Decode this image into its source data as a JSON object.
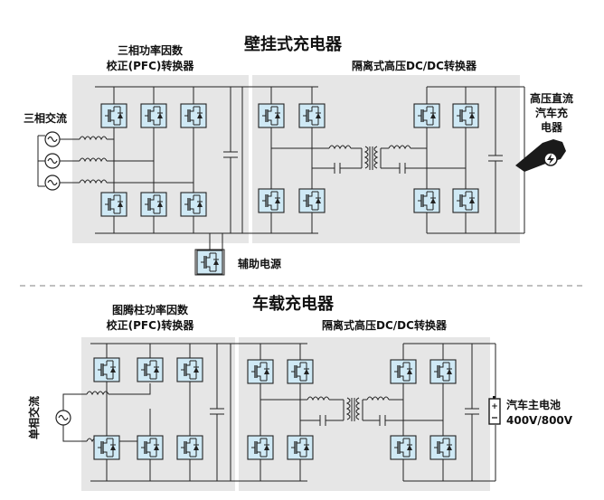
{
  "top": {
    "title": "壁挂式充电器",
    "pfc_label_line1": "三相功率因数",
    "pfc_label_line2": "校正(PFC)转换器",
    "dcdc_label": "隔离式高压DC/DC转换器",
    "input_label": "三相交流",
    "output_label_line1": "高压直流",
    "output_label_line2": "汽车充",
    "output_label_line3": "电器",
    "aux_label": "辅助电源"
  },
  "bottom": {
    "title": "车载充电器",
    "pfc_label_line1": "图腾柱功率因数",
    "pfc_label_line2": "校正(PFC)转换器",
    "dcdc_label": "隔离式高压DC/DC转换器",
    "input_label": "单相交流",
    "output_label_line1": "汽车主电池",
    "output_label_line2": "400V/800V"
  },
  "colors": {
    "panel_bg": "#e6e6e6",
    "switch_fill": "#cfe9f5",
    "line": "#1a1a1a",
    "divider": "#9a9a9a"
  },
  "icons": {
    "ac_source": "ac-source-icon",
    "ev_plug": "ev-charging-plug-icon",
    "battery": "battery-icon",
    "lightning": "lightning-icon"
  }
}
